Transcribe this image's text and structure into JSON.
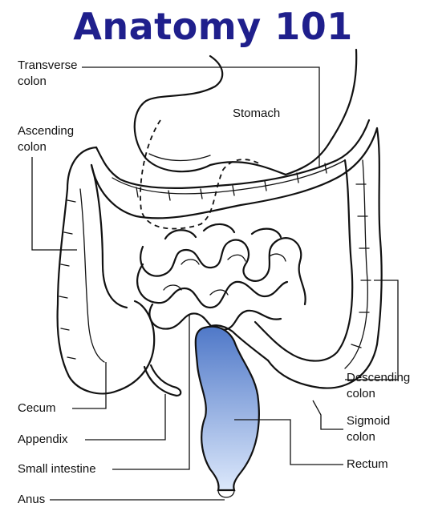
{
  "title": "Anatomy 101",
  "colors": {
    "title": "#1f1f8c",
    "rectum_fill_top": "#4f78c8",
    "rectum_fill_bottom": "#dce8fb",
    "line": "#111111"
  },
  "labels": {
    "transverse_colon": [
      "Transverse",
      "colon"
    ],
    "ascending_colon": [
      "Ascending",
      "colon"
    ],
    "stomach": "Stomach",
    "cecum": "Cecum",
    "appendix": "Appendix",
    "small_intestine": "Small intestine",
    "anus": "Anus",
    "descending_colon": [
      "Descending",
      "colon"
    ],
    "sigmoid_colon": [
      "Sigmoid",
      "colon"
    ],
    "rectum": "Rectum"
  }
}
